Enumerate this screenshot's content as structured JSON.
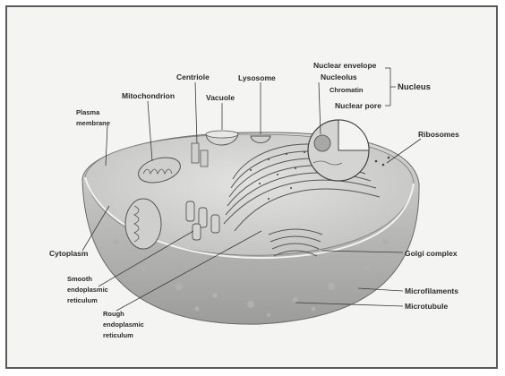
{
  "labels": {
    "plasma_membrane": [
      "Plasma",
      "membrane"
    ],
    "mitochondrion": "Mitochondrion",
    "centriole": "Centriole",
    "vacuole": "Vacuole",
    "lysosome": "Lysosome",
    "nuclear_envelope": "Nuclear envelope",
    "nucleolus": "Nucleolus",
    "chromatin": "Chromatin",
    "nuclear_pore": "Nuclear pore",
    "nucleus": "Nucleus",
    "ribosomes": "Ribosomes",
    "cytoplasm": "Cytoplasm",
    "smooth_er": [
      "Smooth",
      "endoplasmic",
      "reticulum"
    ],
    "rough_er": [
      "Rough",
      "endoplasmic",
      "reticulum"
    ],
    "golgi_complex": "Golgi complex",
    "microfilaments": "Microfilaments",
    "microtubule": "Microtubule"
  }
}
